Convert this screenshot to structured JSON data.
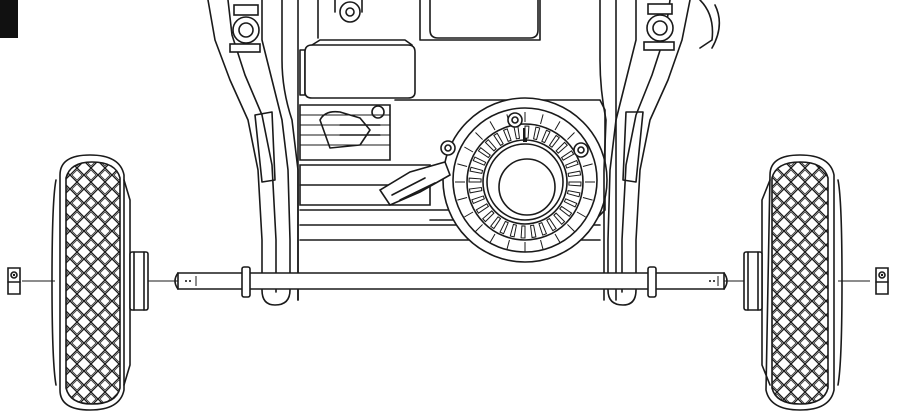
{
  "diagram": {
    "kind": "exploded-assembly-illustration",
    "parts": [
      {
        "id": "frame",
        "icon": "frame-icon"
      },
      {
        "id": "engine",
        "icon": "engine-icon"
      },
      {
        "id": "recoil-starter",
        "icon": "recoil-starter-icon"
      },
      {
        "id": "axle",
        "icon": "axle-icon"
      },
      {
        "id": "wheel-left",
        "icon": "wheel-icon"
      },
      {
        "id": "wheel-right",
        "icon": "wheel-icon"
      },
      {
        "id": "washer-left",
        "icon": "washer-icon"
      },
      {
        "id": "washer-right",
        "icon": "washer-icon"
      },
      {
        "id": "retaining-clip-left",
        "icon": "clip-icon"
      },
      {
        "id": "retaining-clip-right",
        "icon": "clip-icon"
      }
    ],
    "colors": {
      "line": "#1a1a1a",
      "background": "#ffffff",
      "marker": "#111111"
    }
  }
}
